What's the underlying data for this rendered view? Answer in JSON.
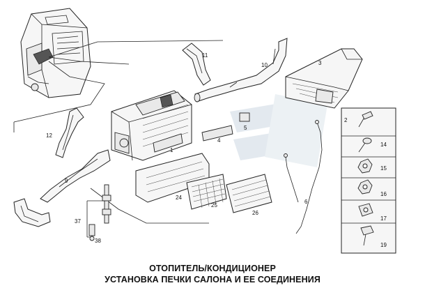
{
  "caption": {
    "line1": "ОТОПИТЕЛЬ/КОНДИЦИОНЕР",
    "line2": "УСТАНОВКА ПЕЧКИ САЛОНА И ЕЕ СОЕДИНЕНИЯ"
  },
  "callouts": {
    "c1": "1",
    "c2": "2",
    "c3": "3",
    "c4": "4",
    "c5": "5",
    "c6": "6",
    "c9": "9",
    "c10": "10",
    "c11": "11",
    "c12": "12",
    "c14": "14",
    "c15": "15",
    "c16": "16",
    "c17": "17",
    "c19": "19",
    "c24": "24",
    "c25": "25",
    "c26": "26",
    "c37": "37",
    "c38": "38"
  }
}
